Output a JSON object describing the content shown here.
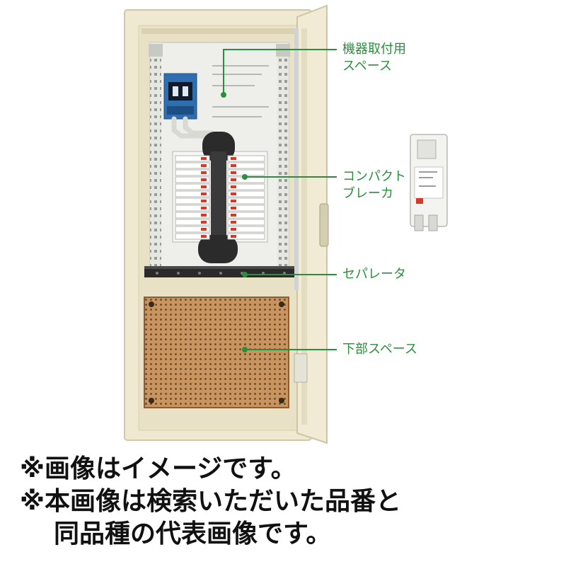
{
  "callouts": {
    "equipment_space": {
      "line1": "機器取付用",
      "line2": "スペース"
    },
    "compact_breaker": {
      "line1": "コンパクト",
      "line2": "ブレーカ"
    },
    "separator": {
      "line1": "セパレータ"
    },
    "lower_space": {
      "line1": "下部スペース"
    }
  },
  "notes": {
    "line1": "※画像はイメージです。",
    "line2": "※本画像は検索いただいた品番と",
    "line3": "同品種の代表画像です。"
  },
  "colors": {
    "callout_green": "#2a8f3c",
    "cabinet_cream": "#efe9d2",
    "breaker_blue": "#2f6fb0",
    "lower_board_brown": "#c89560"
  }
}
